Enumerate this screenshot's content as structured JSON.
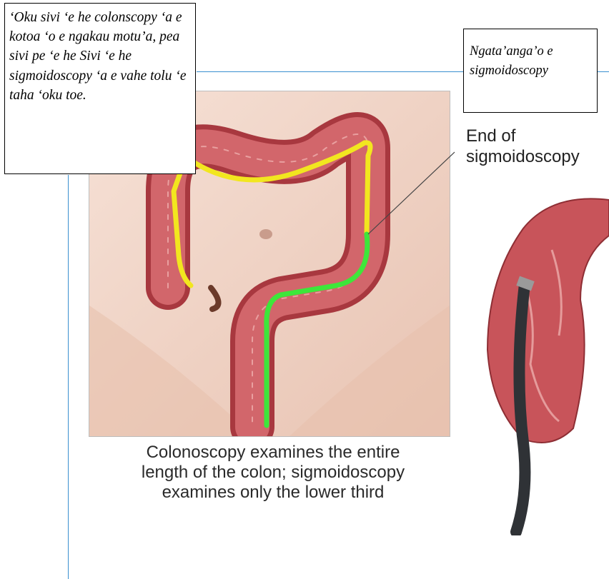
{
  "notes": {
    "tongan_left": "‘Oku sivi ‘e he colonscopy ‘a e kotoa ‘o e ngakau motu’a, pea sivi pe ‘e he Sivi ‘e he sigmoidoscopy ‘a e vahe tolu ‘e taha ‘oku toe.",
    "tongan_right": "Ngata’anga’o e sigmoidoscopy"
  },
  "labels": {
    "end_line1": "End of",
    "end_line2": "sigmoidoscopy"
  },
  "caption": {
    "line1": "Colonoscopy examines the entire",
    "line2": "length of the colon; sigmoidoscopy",
    "line3": "examines only the lower third"
  },
  "colors": {
    "colonoscopy_path": "#f2e61f",
    "sigmoidoscopy_path": "#3ee63a",
    "colon": "#c8545a",
    "skin": "#f0d4c6",
    "rule": "#3a8fd0"
  }
}
